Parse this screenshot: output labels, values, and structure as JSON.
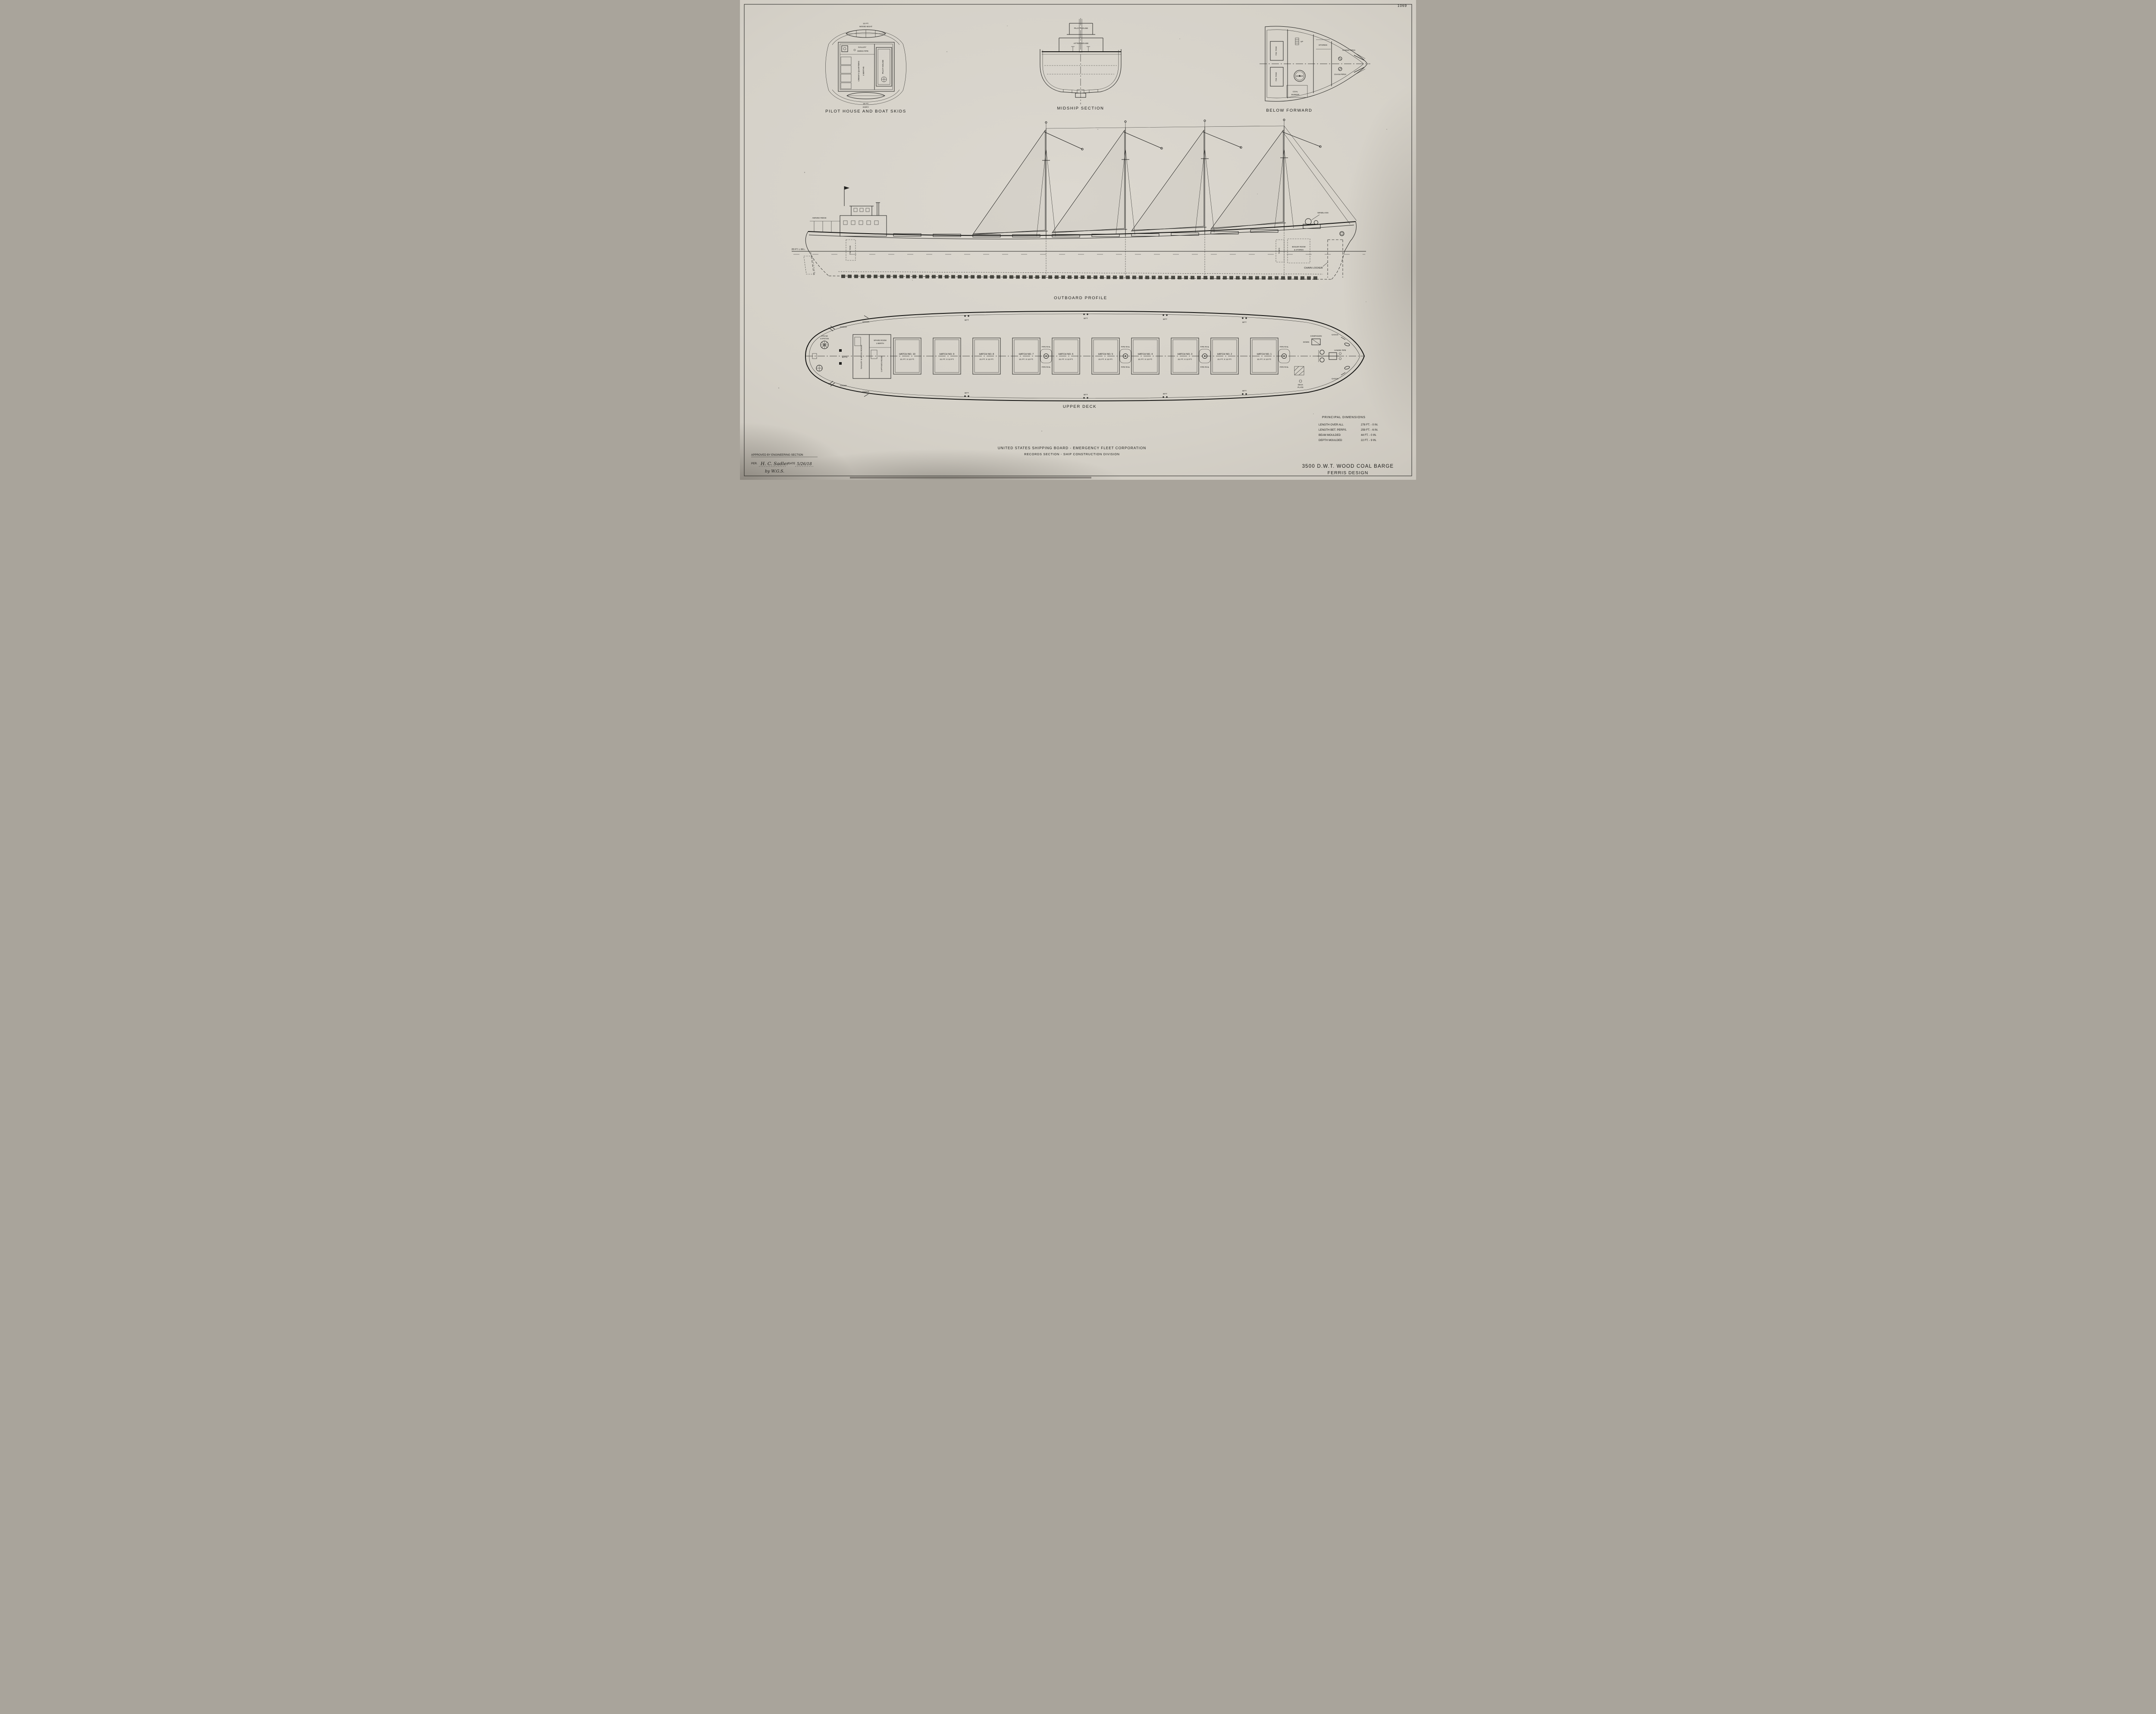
{
  "sheet": {
    "number": "1069",
    "org_line1": "UNITED STATES SHIPPING BOARD - EMERGENCY FLEET CORPORATION",
    "org_line2": "RECORDS SECTION - SHIP CONSTRUCTION DIVISION",
    "title_line1": "3500 D.W.T. WOOD COAL BARGE",
    "title_line2": "FERRIS DESIGN"
  },
  "approval": {
    "heading": "APPROVED BY ENGINEERING SECTION",
    "per_label": "PER.",
    "signature": "H. C. Sadler",
    "date_label": "DATE",
    "date_value": "5/26/18",
    "by_note": "by W.G.S."
  },
  "dimensions": {
    "title": "PRINCIPAL DIMENSIONS",
    "rows": [
      {
        "label": "LENGTH OVER ALL",
        "value": "278 FT. - 0 IN."
      },
      {
        "label": "LENGTH BET. PERPS.",
        "value": "259 FT. - 6 IN."
      },
      {
        "label": "BEAM MOULDED",
        "value": "44 FT. - 0 IN."
      },
      {
        "label": "DEPTH MOULDED",
        "value": "22 FT. - 9 IN."
      }
    ]
  },
  "pilot_house_view": {
    "title": "PILOT HOUSE AND BOAT SKIDS",
    "boat_top_l1": "13 FT.",
    "boat_top_l2": "WOOD BOAT",
    "galley": "GALLEY",
    "swing_pipe": "SWING PIPE",
    "crews_quarters": "CREW'S QUARTERS",
    "berths": "4 BERTHS",
    "pilot_house": "PILOT HOUSE",
    "boat_bottom_l1": "16 FT.",
    "boat_bottom_l2": "DORY"
  },
  "midship_view": {
    "title": "MIDSHIP SECTION",
    "pilot_house": "PILOT HOUSE",
    "after_house": "AFTER HOUSE"
  },
  "below_forward_view": {
    "title": "BELOW FORWARD",
    "fw_tank": "F.W. TANK",
    "stores": "STORES",
    "boiler": "BOILER",
    "coal_l1": "COAL",
    "coal_l2": "BUNKER",
    "chain_pipes": "CHAIN PIPES",
    "hawse_pipes": "HAWSE PIPES",
    "up": "UP"
  },
  "profile_view": {
    "title": "OUTBOARD PROFILE",
    "waterline": "20 FT. L.W.L.",
    "awning_ridge": "AWNING RIDGE",
    "fw_tank": "F.W. TANK",
    "windlass": "WINDLASS",
    "boiler_room_l1": "BOILER ROOM",
    "boiler_room_l2": "& STORES",
    "tanks": "TANKS",
    "chain_locker": "CHAIN LOCKER"
  },
  "deck_view": {
    "title": "UPPER DECK",
    "spare_room_l1": "SPARE ROOM",
    "spare_room_l2": "1 BERTH",
    "galley_mess": "GALLEY & MESS ROOM",
    "captains_room": "CAPTAIN'S ROOM",
    "steam_l1": "STEAM",
    "steam_l2": "CAPSTAN",
    "bitts": "BITTS",
    "fife_rail": "FIFE RAIL",
    "companion": "COMPANION",
    "down": "DOWN",
    "hawse_pipe": "HAWSE PIPE",
    "deck_plate_l1": "DECK",
    "deck_plate_l2": "PLATE",
    "chock": "CHOCK",
    "bitt": "BITT",
    "hatches": [
      {
        "name": "HATCH NO. 10",
        "size": "21 FT. X 12 FT."
      },
      {
        "name": "HATCH NO. 9",
        "size": "21 FT. X 12 FT."
      },
      {
        "name": "HATCH NO. 8",
        "size": "21 FT. X 12 FT."
      },
      {
        "name": "HATCH NO. 7",
        "size": "21 FT. X 12 FT."
      },
      {
        "name": "HATCH NO. 6",
        "size": "21 FT. X 12 FT."
      },
      {
        "name": "HATCH NO. 5",
        "size": "21 FT. X 12 FT."
      },
      {
        "name": "HATCH NO. 4",
        "size": "21 FT. X 12 FT."
      },
      {
        "name": "HATCH NO. 3",
        "size": "21 FT. X 12 FT."
      },
      {
        "name": "HATCH NO. 2",
        "size": "21 FT. X 12 FT."
      },
      {
        "name": "HATCH NO. 1",
        "size": "21 FT. X 12 FT."
      }
    ]
  }
}
